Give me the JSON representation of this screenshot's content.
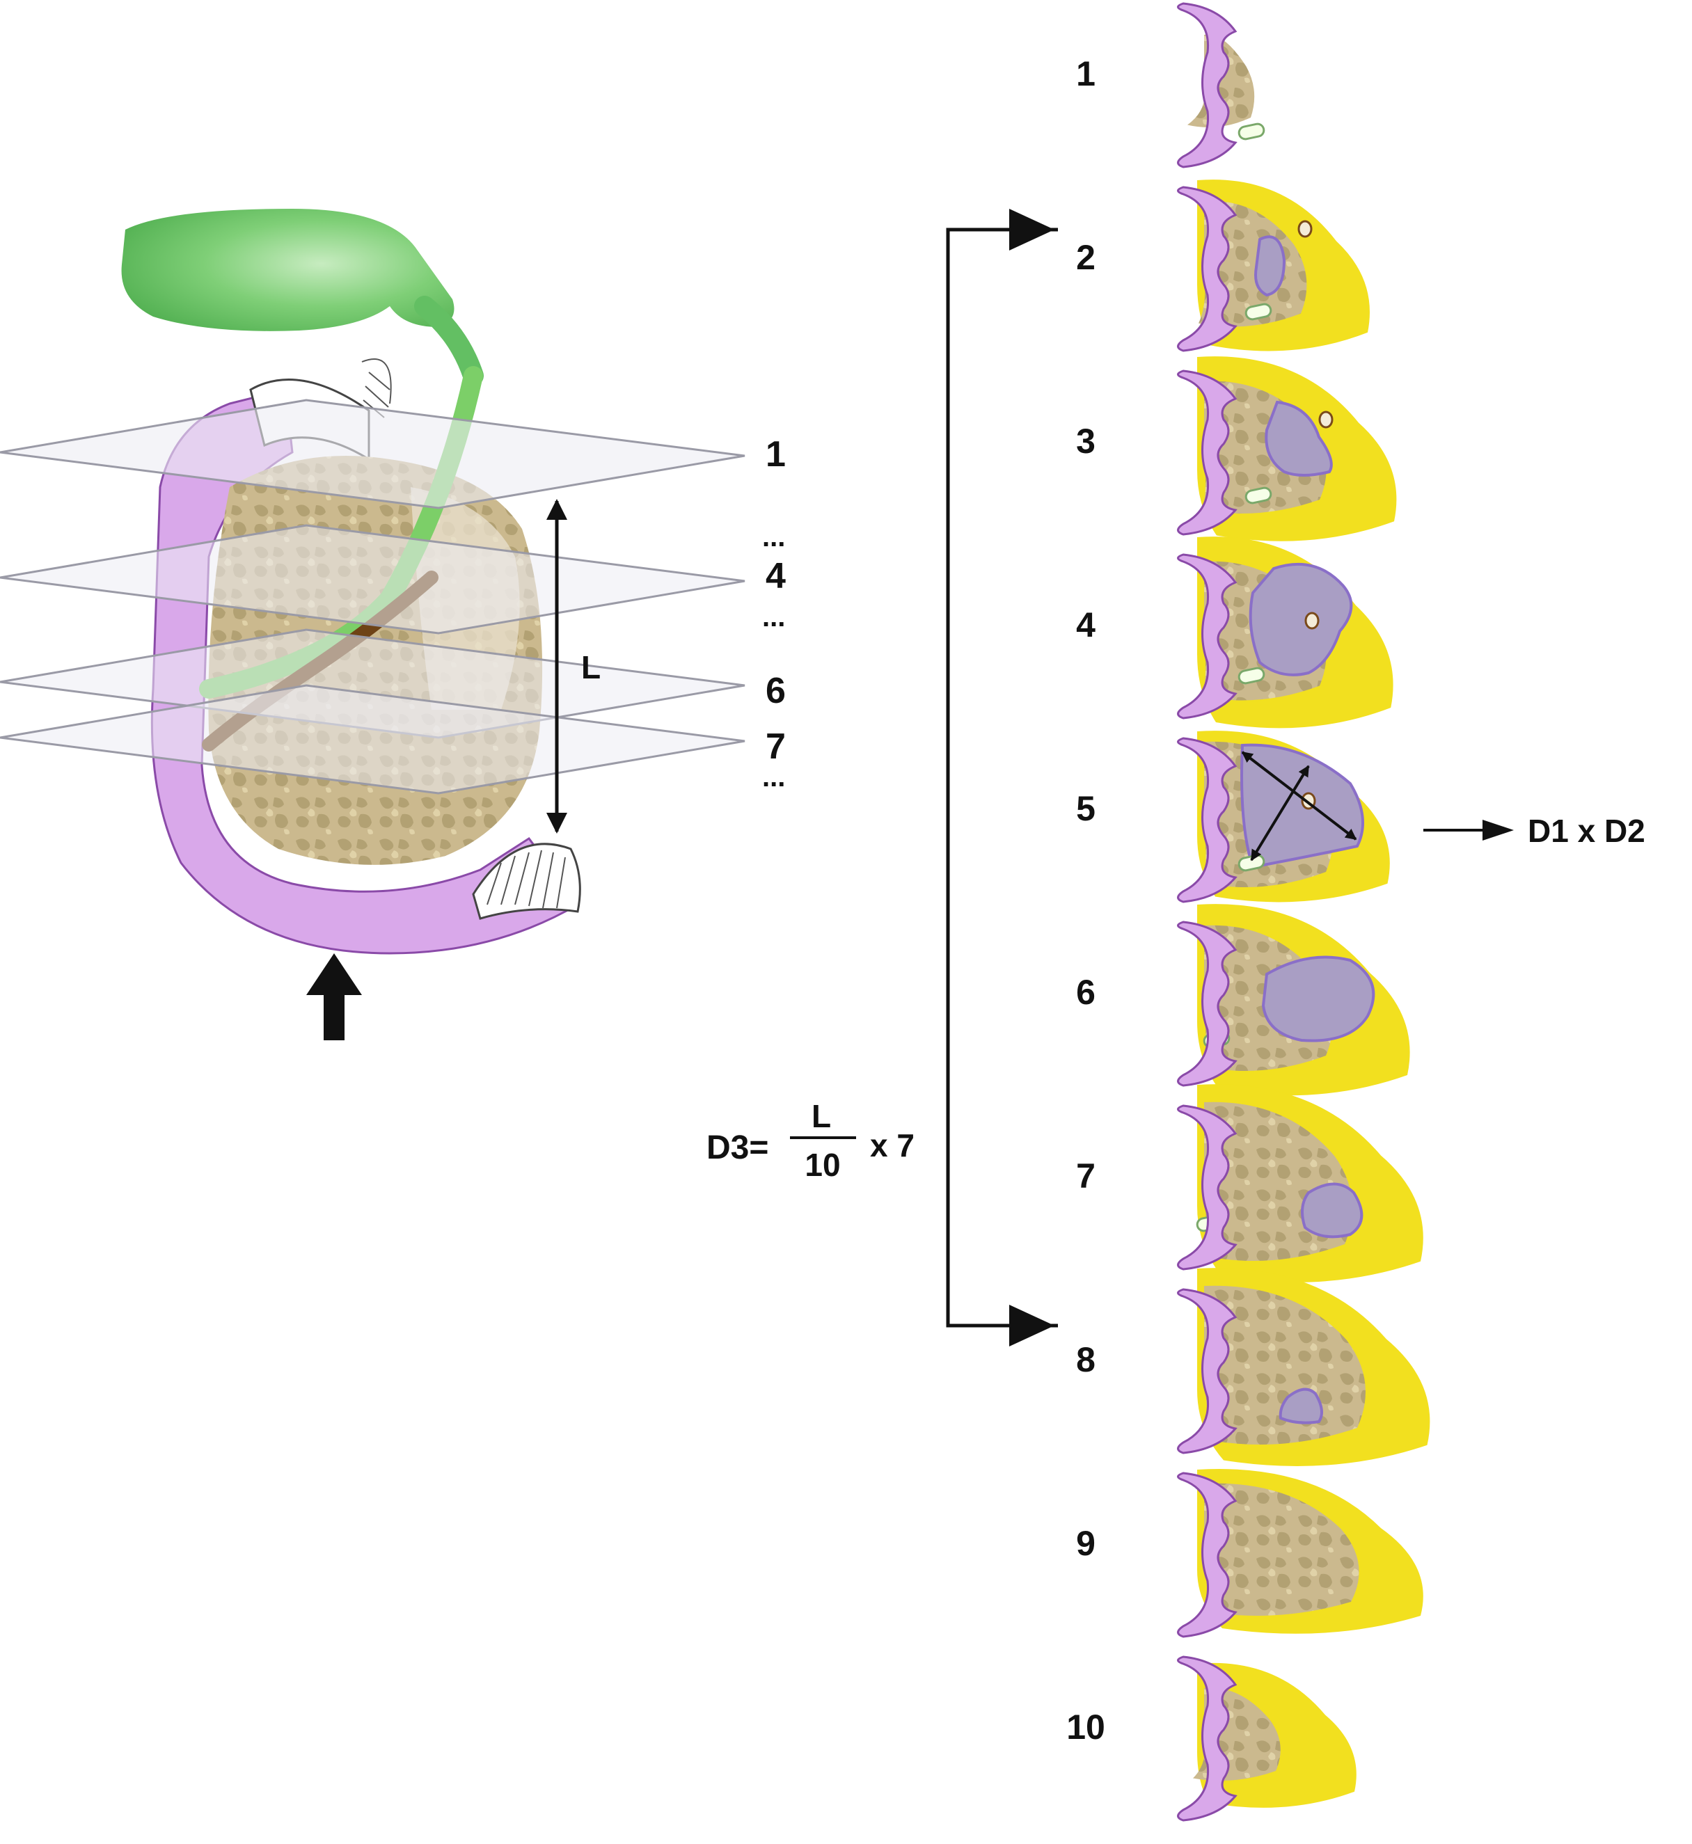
{
  "colors": {
    "duodenum": "#d9a8ea",
    "duodenum_stroke": "#8a4aa8",
    "pancreas": "#cbb98e",
    "pancreas_mottle": "#b2a173",
    "fat": "#f2e01f",
    "tumor": "#a99ec4",
    "tumor_stroke": "#8a6fc8",
    "gallbladder": "#63bf63",
    "bile_duct": "#7ccf68",
    "pancreatic_duct": "#6e4316",
    "vessel": "#f6ffe8",
    "vessel_stroke": "#7aa86a",
    "plane": "#ececf4",
    "arrow": "#111111"
  },
  "left_diagram": {
    "plane_labels": [
      "1",
      "4",
      "6",
      "7"
    ],
    "ellipsis": "...",
    "length_label": "L"
  },
  "formula": {
    "lhs": "D3=",
    "numerator": "L",
    "denominator": "10",
    "multiplier": "x 7"
  },
  "measurement_label": "D1 x D2",
  "slices": [
    {
      "label": "1",
      "fat": false,
      "tumor": "none"
    },
    {
      "label": "2",
      "fat": true,
      "tumor": "small"
    },
    {
      "label": "3",
      "fat": true,
      "tumor": "medium"
    },
    {
      "label": "4",
      "fat": true,
      "tumor": "large"
    },
    {
      "label": "5",
      "fat": true,
      "tumor": "largest"
    },
    {
      "label": "6",
      "fat": true,
      "tumor": "large-right"
    },
    {
      "label": "7",
      "fat": true,
      "tumor": "medium-low"
    },
    {
      "label": "8",
      "fat": true,
      "tumor": "small-low"
    },
    {
      "label": "9",
      "fat": true,
      "tumor": "none"
    },
    {
      "label": "10",
      "fat": true,
      "tumor": "none"
    }
  ]
}
